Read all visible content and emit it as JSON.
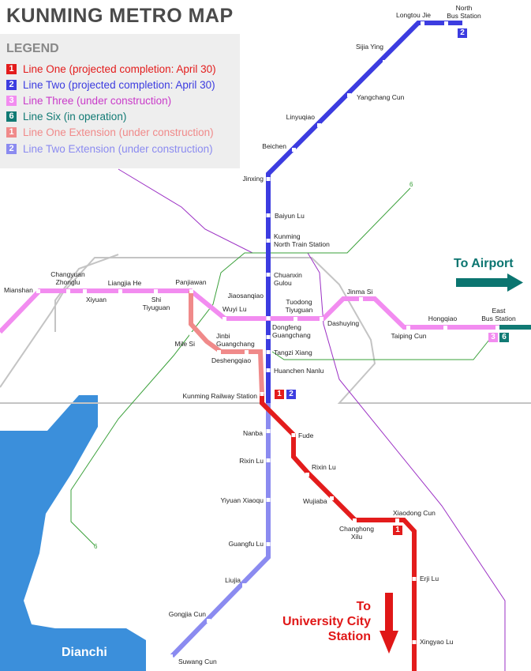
{
  "title": "KUNMING METRO MAP",
  "legend": {
    "title": "LEGEND",
    "items": [
      {
        "badge": "1",
        "label": "Line One (projected completion: April 30)",
        "color": "#e31c1c"
      },
      {
        "badge": "2",
        "label": "Line Two (projected completion: April 30)",
        "color": "#3c3ce0"
      },
      {
        "badge": "3",
        "label": "Line Three (under construction)",
        "color": "#c93bc9"
      },
      {
        "badge": "6",
        "label": "Line Six (in operation)",
        "color": "#117a74"
      },
      {
        "badge": "1",
        "label": "Line One Extension (under construction)",
        "color": "#f08a8a"
      },
      {
        "badge": "2",
        "label": "Line Two Extension (under construction)",
        "color": "#8b8bf0"
      }
    ]
  },
  "stations": {
    "longtou_jie": "Longtou Jie",
    "north_bus_station": "North\nBus Station",
    "sijia_ying": "Sijia Ying",
    "yangchang_cun": "Yangchang Cun",
    "linyuqiao": "Linyuqiao",
    "beichen": "Beichen",
    "jinxing": "Jinxing",
    "baiyun_lu": "Baiyun Lu",
    "kunming_north": "Kunming\nNorth Train Station",
    "chuanxin_gulou": "Chuanxin\nGulou",
    "jiaosanqiao": "Jiaosanqiao",
    "tuodong_tiyuguan": "Tuodong\nTiyuguan",
    "wuyi_lu": "Wuyi Lu",
    "dongfeng_guangchang": "Dongfeng\nGuangchang",
    "mianshan": "Mianshan",
    "changyuan_zhonglu": "Changyuan\nZhonglu",
    "xiyuan": "Xiyuan",
    "liangjia_he": "Liangjia He",
    "shi_tiyuguan": "Shi\nTiyuguan",
    "panjiawan": "Panjiawan",
    "jinma_si": "Jinma Si",
    "dashuying": "Dashuying",
    "taiping_cun": "Taiping Cun",
    "hongqiao": "Hongqiao",
    "east_bus_station": "East\nBus Station",
    "mile_si": "Mile Si",
    "jinbi_guangchang": "Jinbi\nGuangchang",
    "deshengqiao": "Deshengqiao",
    "tangzi_xiang": "Tangzi Xiang",
    "huanchen_nanlu": "Huanchen Nanlu",
    "kunming_railway": "Kunming Railway Station",
    "nanba": "Nanba",
    "fude": "Fude",
    "rixin_lu": "Rixin Lu",
    "wujiaba": "Wujiaba",
    "yiyuan_xiaoqu": "Yiyuan Xiaoqu",
    "changhong_xilu": "Changhong\nXilu",
    "xiaodong_cun": "Xiaodong Cun",
    "guangfu_lu": "Guangfu Lu",
    "erji_lu": "Erji Lu",
    "liujia": "Liujia",
    "gongjia_cun": "Gongjia Cun",
    "xingyao_lu": "Xingyao Lu",
    "suwang_cun": "Suwang Cun"
  },
  "badges": {
    "north_bus": "2",
    "railway_1": "1",
    "railway_2": "2",
    "east_3": "3",
    "east_6": "6",
    "xiaodong_1": "1",
    "line6_a": "6",
    "line6_b": "6"
  },
  "annotations": {
    "to_airport": "To Airport",
    "to_university": "To\nUniversity City\nStation",
    "dianchi": "Dianchi"
  },
  "colors": {
    "line1": "#e31c1c",
    "line2": "#3c3ce0",
    "line3": "#f28cf0",
    "line6": "#117a74",
    "line1_ext": "#f08a8a",
    "line2_ext": "#8b8bf0",
    "lake": "#3b8fdb",
    "ring_road": "#bdbdbd",
    "line3_construction_thin": "#9b2fc4",
    "line6_thin": "#3aa03a"
  }
}
